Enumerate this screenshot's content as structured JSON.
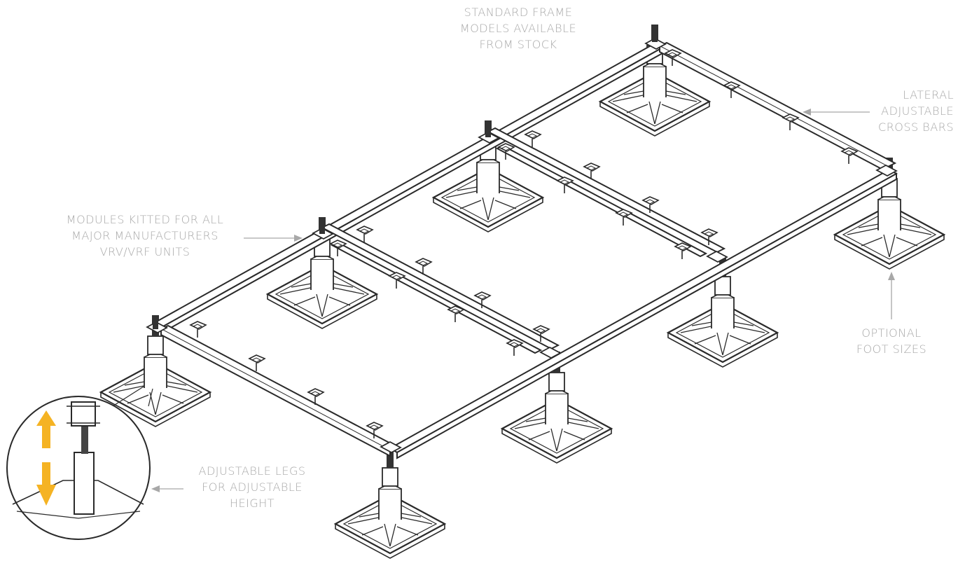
{
  "callouts": {
    "standard_frame": [
      "STANDARD FRAME",
      "MODELS AVAILABLE",
      "FROM STOCK"
    ],
    "lateral_bars": [
      "LATERAL",
      "ADJUSTABLE",
      "CROSS BARS"
    ],
    "modules_kitted": [
      "MODULES KITTED FOR ALL",
      "MAJOR MANUFACTURERS",
      "VRV/VRF UNITS"
    ],
    "optional_foot": [
      "OPTIONAL",
      "FOOT SIZES"
    ],
    "adjustable_legs": [
      "ADJUSTABLE LEGS",
      "FOR ADJUSTABLE",
      "HEIGHT"
    ]
  },
  "colors": {
    "label": "#a8a8a8",
    "line": "#2a2a2a",
    "fill": "#ffffff",
    "arrow": "#f5b323"
  },
  "icons": {
    "height_arrow": "double-vertical-arrow-icon"
  }
}
